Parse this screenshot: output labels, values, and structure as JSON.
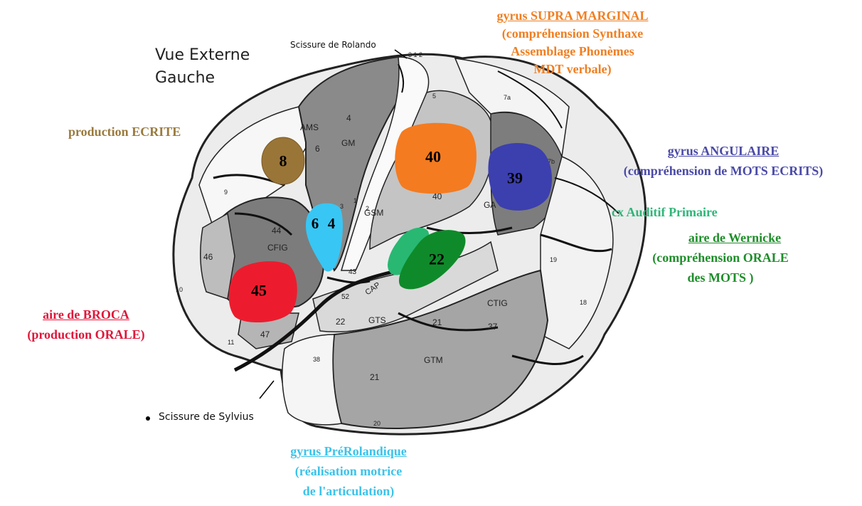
{
  "view_title": [
    "Vue Externe",
    "Gauche"
  ],
  "sulci": {
    "rolando": "Scissure de Rolando",
    "sylvius": "Scissure de Sylvius"
  },
  "annotations": {
    "supramarginal": {
      "title": "gyrus SUPRA MARGINAL",
      "lines": [
        "(compréhension Synthaxe",
        "Assemblage Phonèmes",
        "MDT verbale)"
      ],
      "color": "#f07f22"
    },
    "ecrite": {
      "title": "production ECRITE",
      "color": "#9a7a3d"
    },
    "angulaire": {
      "title": "gyrus ANGULAIRE",
      "lines": [
        "(compréhension de MOTS ECRITS)"
      ],
      "color": "#4a4aa8"
    },
    "auditif": {
      "title": "cx Auditif Primaire",
      "color": "#2fb679"
    },
    "wernicke": {
      "title": "aire de Wernicke",
      "lines": [
        "(compréhension ORALE",
        "des MOTS )"
      ],
      "color": "#1f8e2a"
    },
    "broca": {
      "title": "aire de BROCA",
      "lines": [
        "(production ORALE)"
      ],
      "color": "#e0173a"
    },
    "prerolandique": {
      "title": "gyrus PréRolandique",
      "lines": [
        "(réalisation motrice",
        "de l'articulation)"
      ],
      "color": "#3cc3ea"
    }
  },
  "highlighted_areas": [
    {
      "number": "8",
      "color": "#9a7538"
    },
    {
      "number": "40",
      "color": "#f47b20"
    },
    {
      "number": "39",
      "color": "#3c3fae"
    },
    {
      "number": "6",
      "number2": "4",
      "color": "#38c6f4"
    },
    {
      "number": "22",
      "color": "#0f8a2a",
      "secondary_color": "#28b872"
    },
    {
      "number": "45",
      "color": "#ec1c2e"
    }
  ],
  "brain_labels": {
    "ams": "AMS",
    "gm": "GM",
    "gsm": "GSM",
    "ga": "GA",
    "cfig": "CFIG",
    "cap": "CAP",
    "gts": "GTS",
    "gtm": "GTM",
    "ctig": "CTIG",
    "n4": "4",
    "n6": "6",
    "n44": "44",
    "n46": "46",
    "n47": "47",
    "n22": "22",
    "n21a": "21",
    "n21b": "21",
    "n37": "37",
    "n38": "38",
    "n43": "43",
    "n52": "52",
    "n9": "9",
    "n10": "10",
    "n11": "11",
    "n18": "18",
    "n19": "19",
    "n20": "20",
    "n7b": "7b",
    "n7a": "7a",
    "n40": "40",
    "n1": "1",
    "n2": "2",
    "n3": "3",
    "n5": "5",
    "rol_ticks": "3 1 2"
  }
}
